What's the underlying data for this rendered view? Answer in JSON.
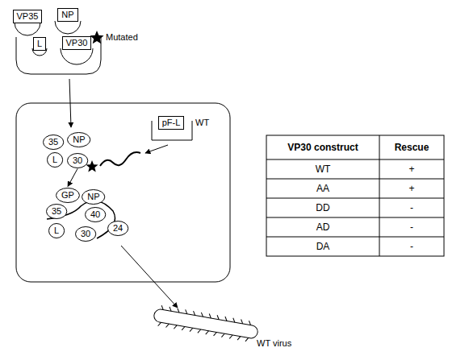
{
  "diagram": {
    "nodes": [
      {
        "text": [
          "VP35"
        ]
      },
      {
        "text": [
          "NP"
        ]
      },
      {
        "text": [
          "L"
        ]
      },
      {
        "text": [
          "VP30"
        ]
      },
      {
        "text": [
          "pF-L"
        ]
      },
      {
        "text": [
          "35"
        ]
      },
      {
        "text": [
          "NP"
        ]
      },
      {
        "text": [
          "L"
        ]
      },
      {
        "text": [
          "30"
        ]
      },
      {
        "text": [
          "GP"
        ]
      },
      {
        "text": [
          "NP"
        ]
      },
      {
        "text": [
          "40"
        ]
      },
      {
        "text": [
          "35"
        ]
      },
      {
        "text": [
          "24"
        ]
      },
      {
        "text": [
          "L"
        ]
      },
      {
        "text": [
          "30"
        ]
      }
    ],
    "edges": [
      {
        "from": 8,
        "to": 9,
        "arrow": "to"
      }
    ],
    "labels": [
      "Mutated",
      "WT",
      "WT virus",
      "VP30 construct",
      "Rescue",
      "WT",
      "+",
      "AA",
      "+",
      "DD",
      "-",
      "AD",
      "-",
      "DA",
      "-"
    ]
  }
}
